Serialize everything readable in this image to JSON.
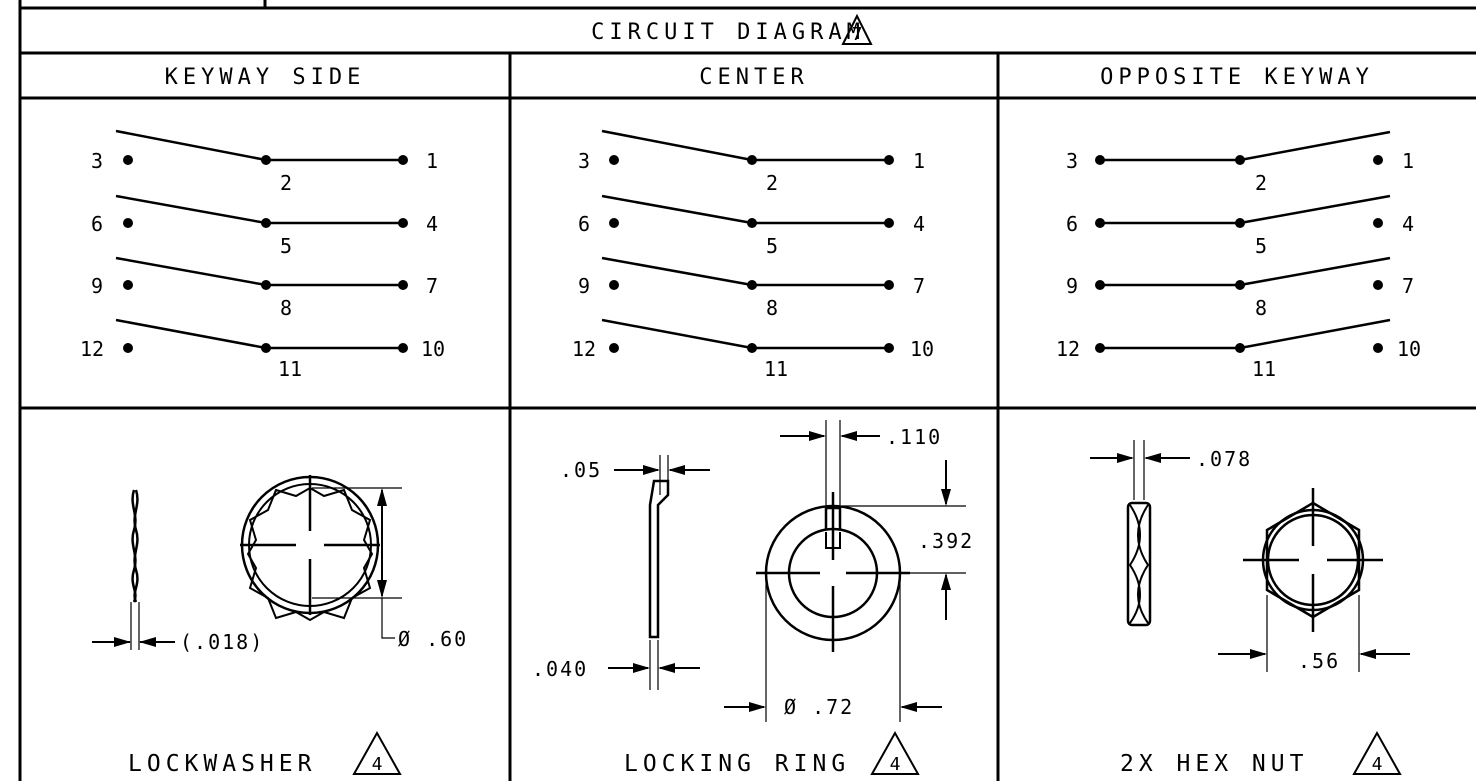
{
  "header": {
    "title": "CIRCUIT DIAGRAM",
    "note": "7"
  },
  "columns": [
    {
      "heading": "KEYWAY SIDE",
      "terminals": [
        {
          "left": "3",
          "center": "2",
          "right": "1"
        },
        {
          "left": "6",
          "center": "5",
          "right": "4"
        },
        {
          "left": "9",
          "center": "8",
          "right": "7"
        },
        {
          "left": "12",
          "center": "11",
          "right": "10"
        }
      ],
      "part": {
        "caption": "LOCKWASHER",
        "note": "4",
        "dims": {
          "thickness": "(.018)",
          "diameter": "Ø .60"
        }
      }
    },
    {
      "heading": "CENTER",
      "terminals": [
        {
          "left": "3",
          "center": "2",
          "right": "1"
        },
        {
          "left": "6",
          "center": "5",
          "right": "4"
        },
        {
          "left": "9",
          "center": "8",
          "right": "7"
        },
        {
          "left": "12",
          "center": "11",
          "right": "10"
        }
      ],
      "part": {
        "caption": "LOCKING RING",
        "note": "4",
        "dims": {
          "tab": ".05",
          "key_width": ".110",
          "height": ".392",
          "thickness": ".040",
          "diameter": "Ø .72"
        }
      }
    },
    {
      "heading": "OPPOSITE KEYWAY",
      "terminals": [
        {
          "left": "3",
          "center": "2",
          "right": "1"
        },
        {
          "left": "6",
          "center": "5",
          "right": "4"
        },
        {
          "left": "9",
          "center": "8",
          "right": "7"
        },
        {
          "left": "12",
          "center": "11",
          "right": "10"
        }
      ],
      "part": {
        "caption": "2X HEX NUT",
        "note": "4",
        "dims": {
          "thickness": ".078",
          "flats": ".56"
        }
      }
    }
  ]
}
